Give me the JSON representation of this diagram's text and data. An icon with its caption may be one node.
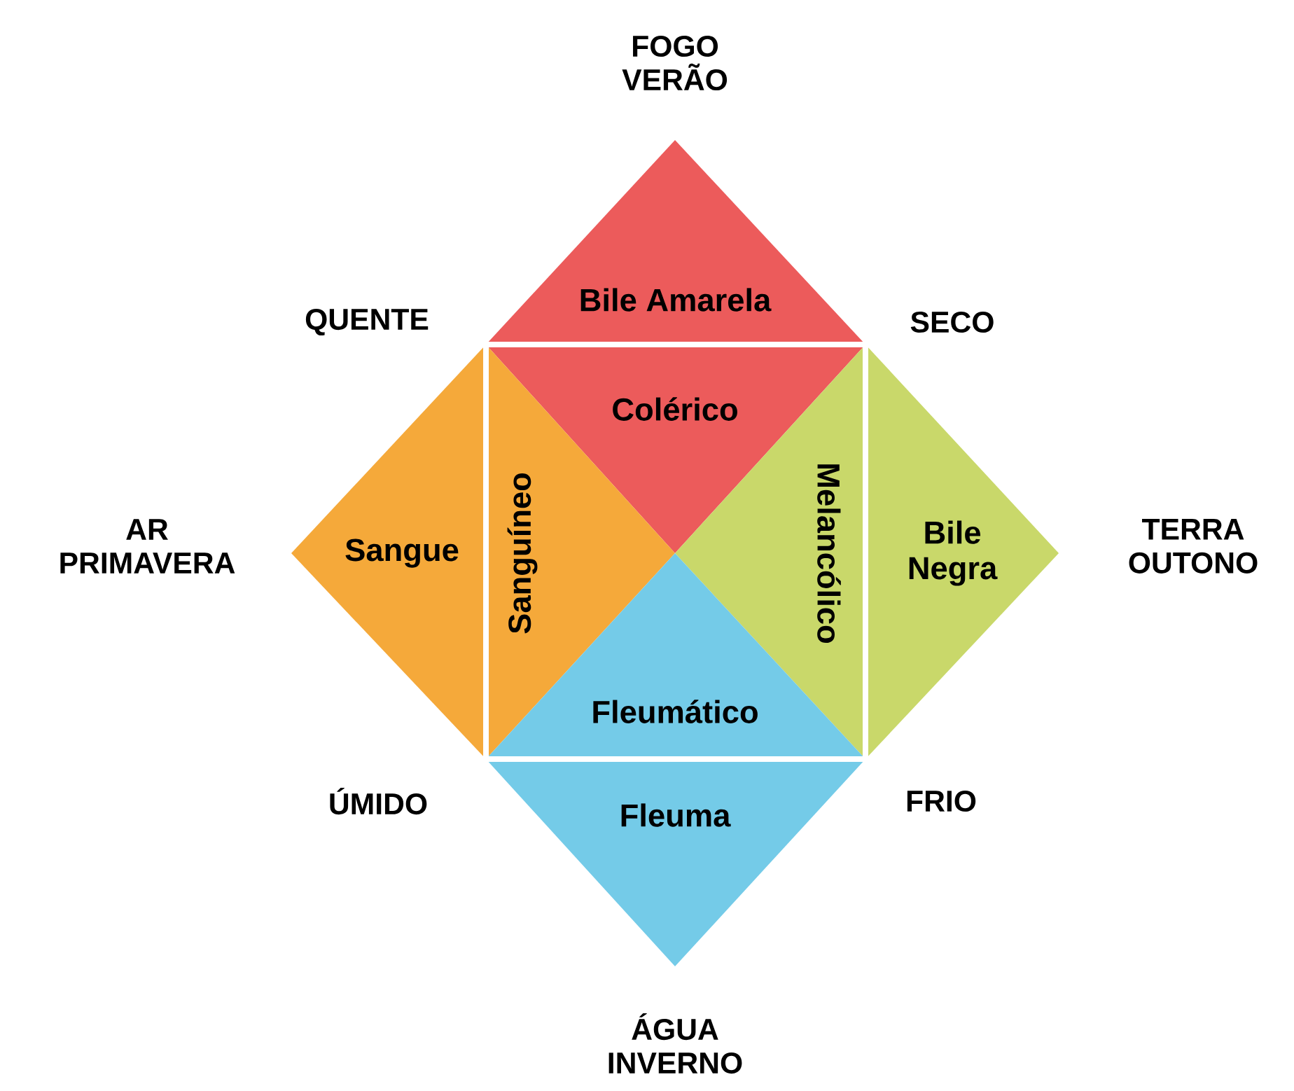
{
  "diagram": {
    "nodes": [
      {
        "text": [
          "Bile Amarela"
        ]
      },
      {
        "text": [
          "Colérico"
        ]
      },
      {
        "text": [
          "Sangue"
        ]
      },
      {
        "text": [
          "Sanguíneo"
        ]
      },
      {
        "text": [
          "Melancólico"
        ]
      },
      {
        "text": [
          "Bile Negra"
        ]
      },
      {
        "text": [
          "Fleumático"
        ]
      },
      {
        "text": [
          "Fleuma"
        ]
      }
    ],
    "labels": [
      "FOGO VERÃO",
      "QUENTE",
      "SECO",
      "AR PRIMAVERA",
      "TERRA OUTONO",
      "ÚMIDO",
      "FRIO",
      "ÁGUA INVERNO"
    ]
  }
}
